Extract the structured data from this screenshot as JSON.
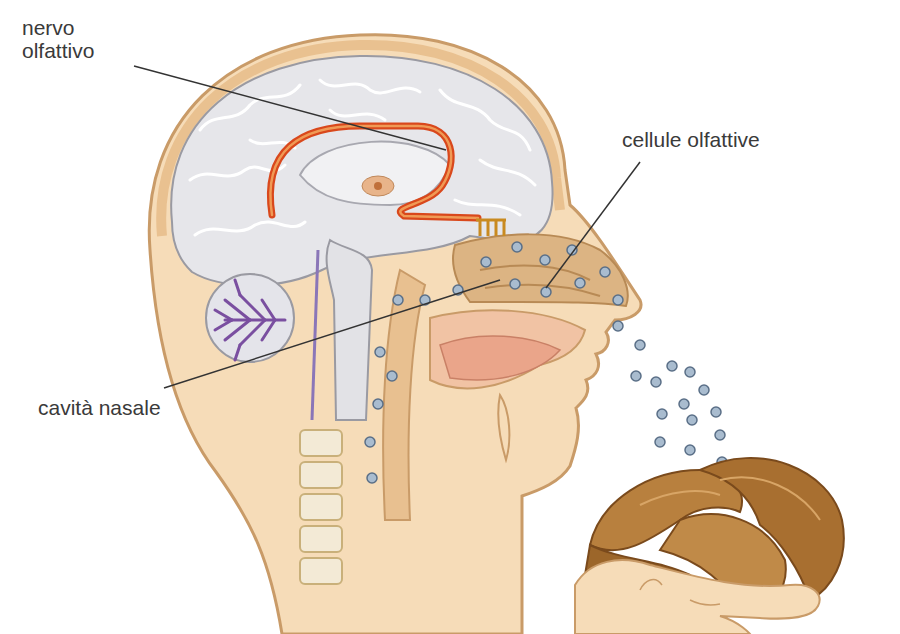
{
  "diagram": {
    "labels": [
      "nervo olfattivo",
      "cellule olfattive",
      "cavità nasale"
    ]
  }
}
